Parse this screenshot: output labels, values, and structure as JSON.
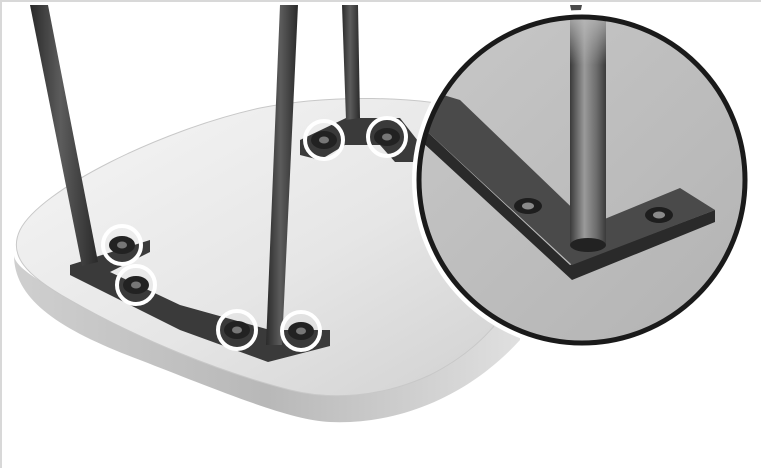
{
  "illustration": {
    "subject": "stool-underside-leg-mounting-plates",
    "colors": {
      "seat_light": "#f0f0f0",
      "seat_mid": "#dcdcdc",
      "seat_edge": "#bdbdbd",
      "leg_dark": "#333333",
      "leg_light": "#6a6a6a",
      "plate": "#3a3a3a",
      "highlight_ring": "#ffffff",
      "callout_border": "#1a1a1a",
      "callout_background": "#bdbdbd"
    },
    "highlighted_screws": 6,
    "callout_screws": 2
  }
}
